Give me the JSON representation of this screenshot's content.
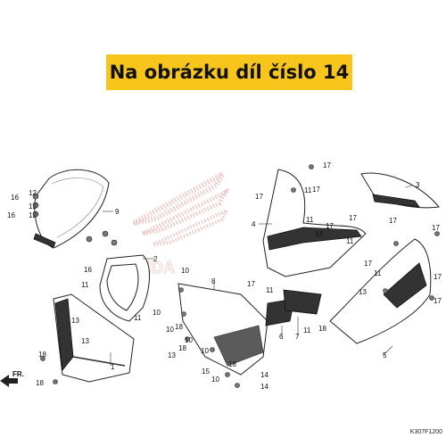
{
  "banner": {
    "text": "Na obrázku díl číslo 14",
    "color": "#f7c51c"
  },
  "logo": {
    "text": "HONDA"
  },
  "fr_marker": {
    "text": "FR."
  },
  "diagram_code": "K307F1200",
  "callouts": [
    {
      "id": "c1",
      "label": "1"
    },
    {
      "id": "c2",
      "label": "2"
    },
    {
      "id": "c3",
      "label": "3"
    },
    {
      "id": "c4",
      "label": "4"
    },
    {
      "id": "c5",
      "label": "5"
    },
    {
      "id": "c6",
      "label": "6"
    },
    {
      "id": "c7",
      "label": "7"
    },
    {
      "id": "c8",
      "label": "8"
    },
    {
      "id": "c9",
      "label": "9"
    },
    {
      "id": "c10a",
      "label": "10"
    },
    {
      "id": "c10b",
      "label": "10"
    },
    {
      "id": "c10c",
      "label": "10"
    },
    {
      "id": "c10d",
      "label": "10"
    },
    {
      "id": "c10e",
      "label": "10"
    },
    {
      "id": "c10f",
      "label": "10"
    },
    {
      "id": "c11a",
      "label": "11"
    },
    {
      "id": "c11b",
      "label": "11"
    },
    {
      "id": "c11c",
      "label": "11"
    },
    {
      "id": "c11d",
      "label": "11"
    },
    {
      "id": "c11e",
      "label": "11"
    },
    {
      "id": "c11f",
      "label": "11"
    },
    {
      "id": "c11g",
      "label": "11"
    },
    {
      "id": "c11h",
      "label": "11"
    },
    {
      "id": "c12a",
      "label": "12"
    },
    {
      "id": "c12b",
      "label": "12"
    },
    {
      "id": "c12c",
      "label": "12"
    },
    {
      "id": "c13a",
      "label": "13"
    },
    {
      "id": "c13b",
      "label": "13"
    },
    {
      "id": "c13c",
      "label": "13"
    },
    {
      "id": "c13d",
      "label": "13"
    },
    {
      "id": "c13e",
      "label": "13"
    },
    {
      "id": "c14a",
      "label": "14"
    },
    {
      "id": "c14b",
      "label": "14"
    },
    {
      "id": "c15",
      "label": "15"
    },
    {
      "id": "c16a",
      "label": "16"
    },
    {
      "id": "c16b",
      "label": "16"
    },
    {
      "id": "c16c",
      "label": "16"
    },
    {
      "id": "c17a",
      "label": "17"
    },
    {
      "id": "c17b",
      "label": "17"
    },
    {
      "id": "c17c",
      "label": "17"
    },
    {
      "id": "c17d",
      "label": "17"
    },
    {
      "id": "c17e",
      "label": "17"
    },
    {
      "id": "c17f",
      "label": "17"
    },
    {
      "id": "c17g",
      "label": "17"
    },
    {
      "id": "c17h",
      "label": "17"
    },
    {
      "id": "c17i",
      "label": "17"
    },
    {
      "id": "c17j",
      "label": "17"
    },
    {
      "id": "c17k",
      "label": "17"
    },
    {
      "id": "c18a",
      "label": "18"
    },
    {
      "id": "c18b",
      "label": "18"
    },
    {
      "id": "c18c",
      "label": "18"
    },
    {
      "id": "c18d",
      "label": "18"
    },
    {
      "id": "c18e",
      "label": "18"
    },
    {
      "id": "c18f",
      "label": "18"
    }
  ]
}
